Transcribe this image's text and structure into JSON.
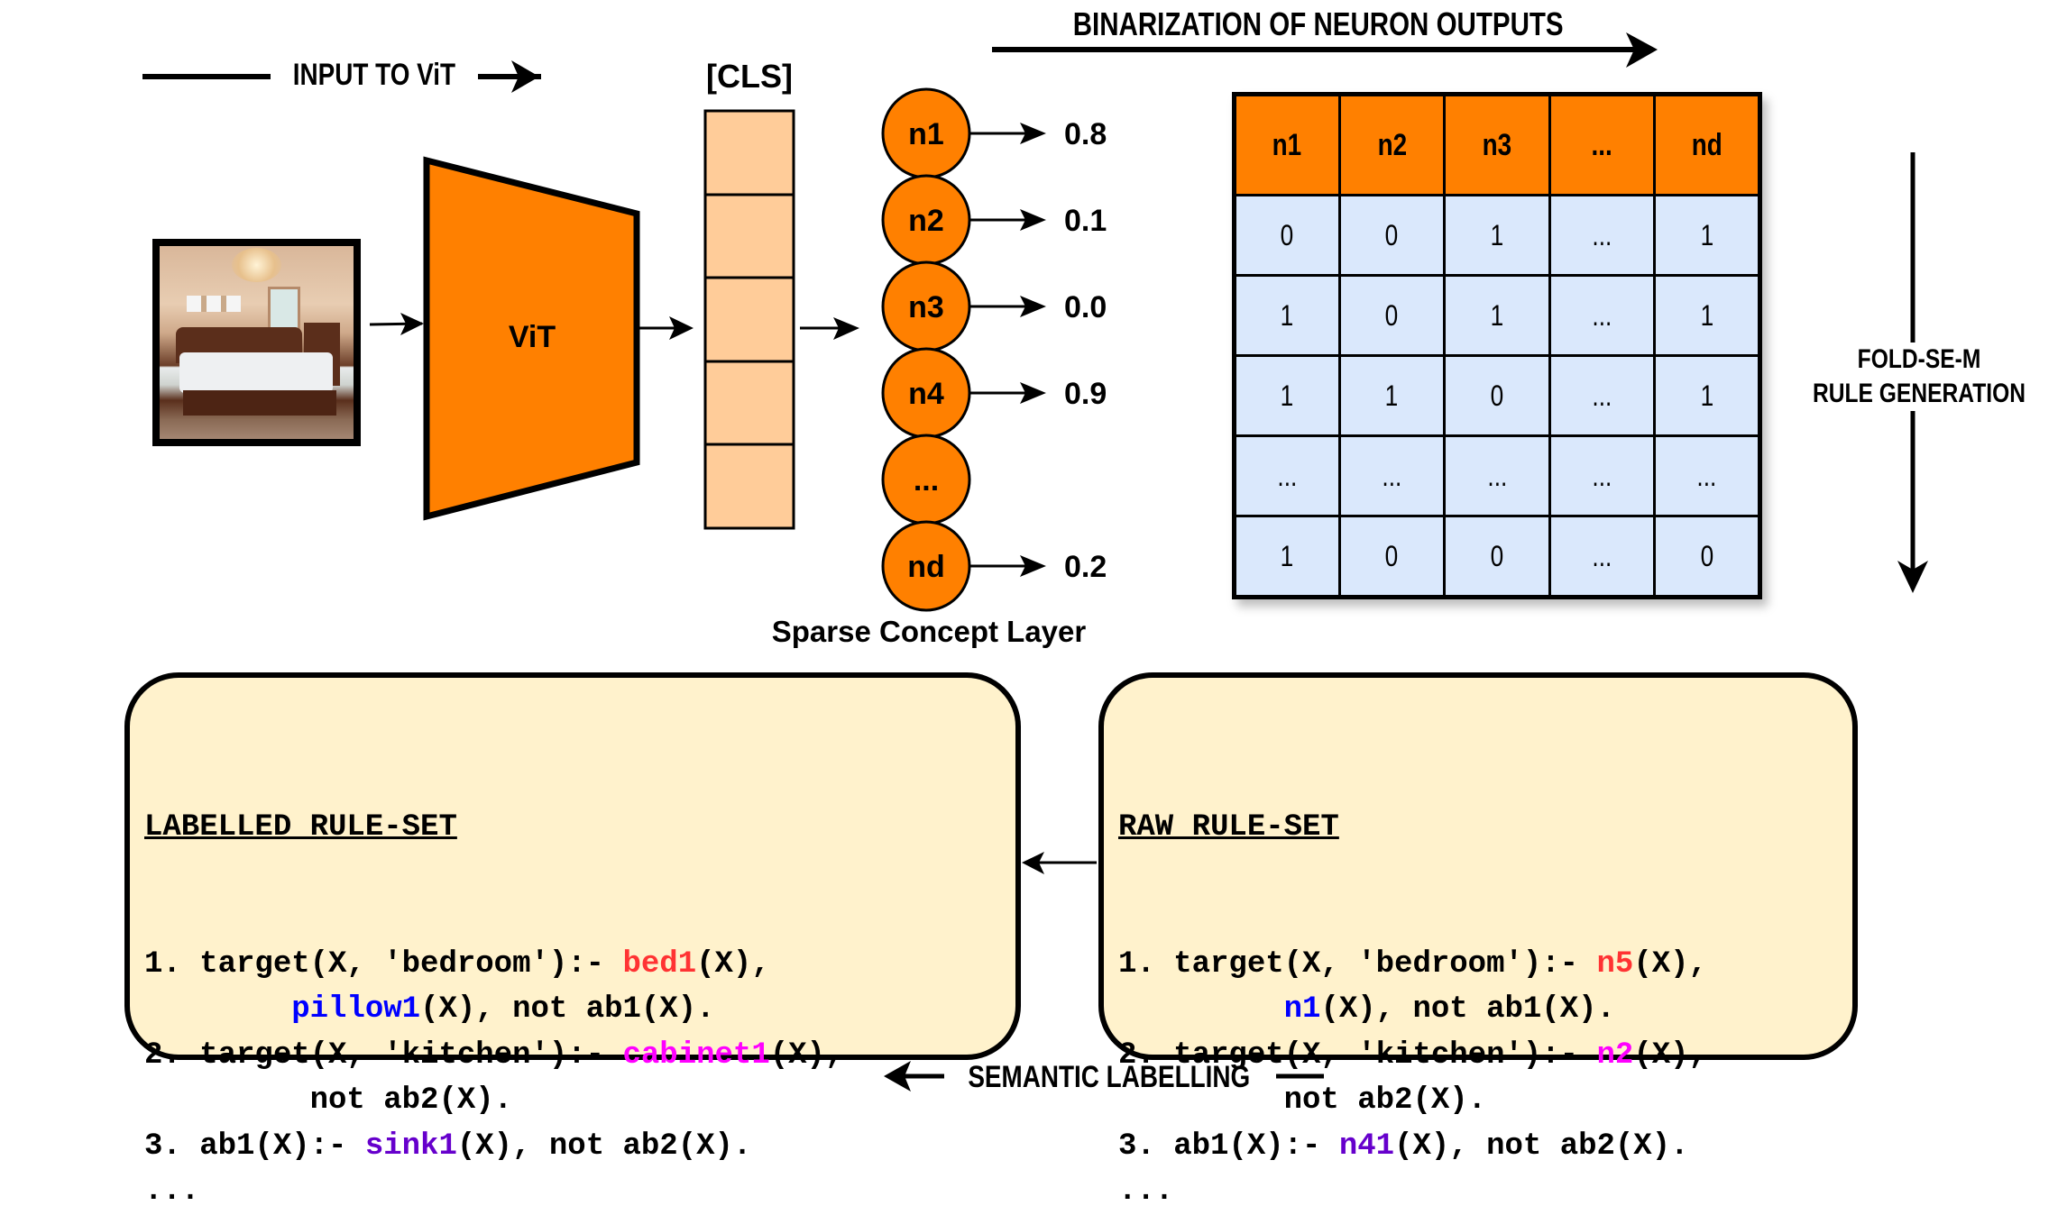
{
  "arrows": {
    "input_label": "INPUT TO ViT",
    "binarization_label": "BINARIZATION OF NEURON OUTPUTS",
    "rule_generation_label": [
      "FOLD-SE-M",
      "RULE GENERATION"
    ],
    "semantic_label": "SEMANTIC LABELLING"
  },
  "input_image": {
    "alt": "bedroom photo"
  },
  "vit": {
    "label": "ViT"
  },
  "cls": {
    "label": "[CLS]",
    "cells": 5
  },
  "neurons": {
    "caption": "Sparse Concept Layer",
    "items": [
      {
        "label": "n1",
        "value": "0.8"
      },
      {
        "label": "n2",
        "value": "0.1"
      },
      {
        "label": "n3",
        "value": "0.0"
      },
      {
        "label": "n4",
        "value": "0.9"
      },
      {
        "label": "...",
        "value": null
      },
      {
        "label": "nd",
        "value": "0.2"
      }
    ]
  },
  "binary_table": {
    "headers": [
      "n1",
      "n2",
      "n3",
      "...",
      "nd"
    ],
    "rows": [
      [
        "0",
        "0",
        "1",
        "...",
        "1"
      ],
      [
        "1",
        "0",
        "1",
        "...",
        "1"
      ],
      [
        "1",
        "1",
        "0",
        "...",
        "1"
      ],
      [
        "...",
        "...",
        "...",
        "...",
        "..."
      ],
      [
        "1",
        "0",
        "0",
        "...",
        "0"
      ]
    ]
  },
  "colors": {
    "orange": "#ff8000",
    "cls_fill": "#ffcc99",
    "table_cell": "#dae8fc",
    "rule_box": "#fff2cc",
    "red": "#ff3333",
    "blue": "#0000ff",
    "magenta": "#ff00ff",
    "purple": "#6600cc"
  },
  "labelled_rules": {
    "title": "LABELLED RULE-SET",
    "lines": [
      [
        {
          "t": "1. target(X, 'bedroom'):- "
        },
        {
          "t": "bed1",
          "c": "red"
        },
        {
          "t": "(X),"
        }
      ],
      [
        {
          "t": "        "
        },
        {
          "t": "pillow1",
          "c": "blue"
        },
        {
          "t": "(X), not ab1(X)."
        }
      ],
      [
        {
          "t": "2. target(X, 'kitchen'):- "
        },
        {
          "t": "cabinet1",
          "c": "mag"
        },
        {
          "t": "(X),"
        }
      ],
      [
        {
          "t": "         not ab2(X)."
        }
      ],
      [
        {
          "t": "3. ab1(X):- "
        },
        {
          "t": "sink1",
          "c": "purple"
        },
        {
          "t": "(X), not ab2(X)."
        }
      ],
      [
        {
          "t": "..."
        }
      ]
    ]
  },
  "raw_rules": {
    "title": "RAW RULE-SET",
    "lines": [
      [
        {
          "t": "1. target(X, 'bedroom'):- "
        },
        {
          "t": "n5",
          "c": "red"
        },
        {
          "t": "(X),"
        }
      ],
      [
        {
          "t": "         "
        },
        {
          "t": "n1",
          "c": "blue"
        },
        {
          "t": "(X), not ab1(X)."
        }
      ],
      [
        {
          "t": "2. target(X, 'kitchen'):- "
        },
        {
          "t": "n2",
          "c": "mag"
        },
        {
          "t": "(X),"
        }
      ],
      [
        {
          "t": "         not ab2(X)."
        }
      ],
      [
        {
          "t": "3. ab1(X):- "
        },
        {
          "t": "n41",
          "c": "purple"
        },
        {
          "t": "(X), not ab2(X)."
        }
      ],
      [
        {
          "t": "..."
        }
      ]
    ]
  }
}
